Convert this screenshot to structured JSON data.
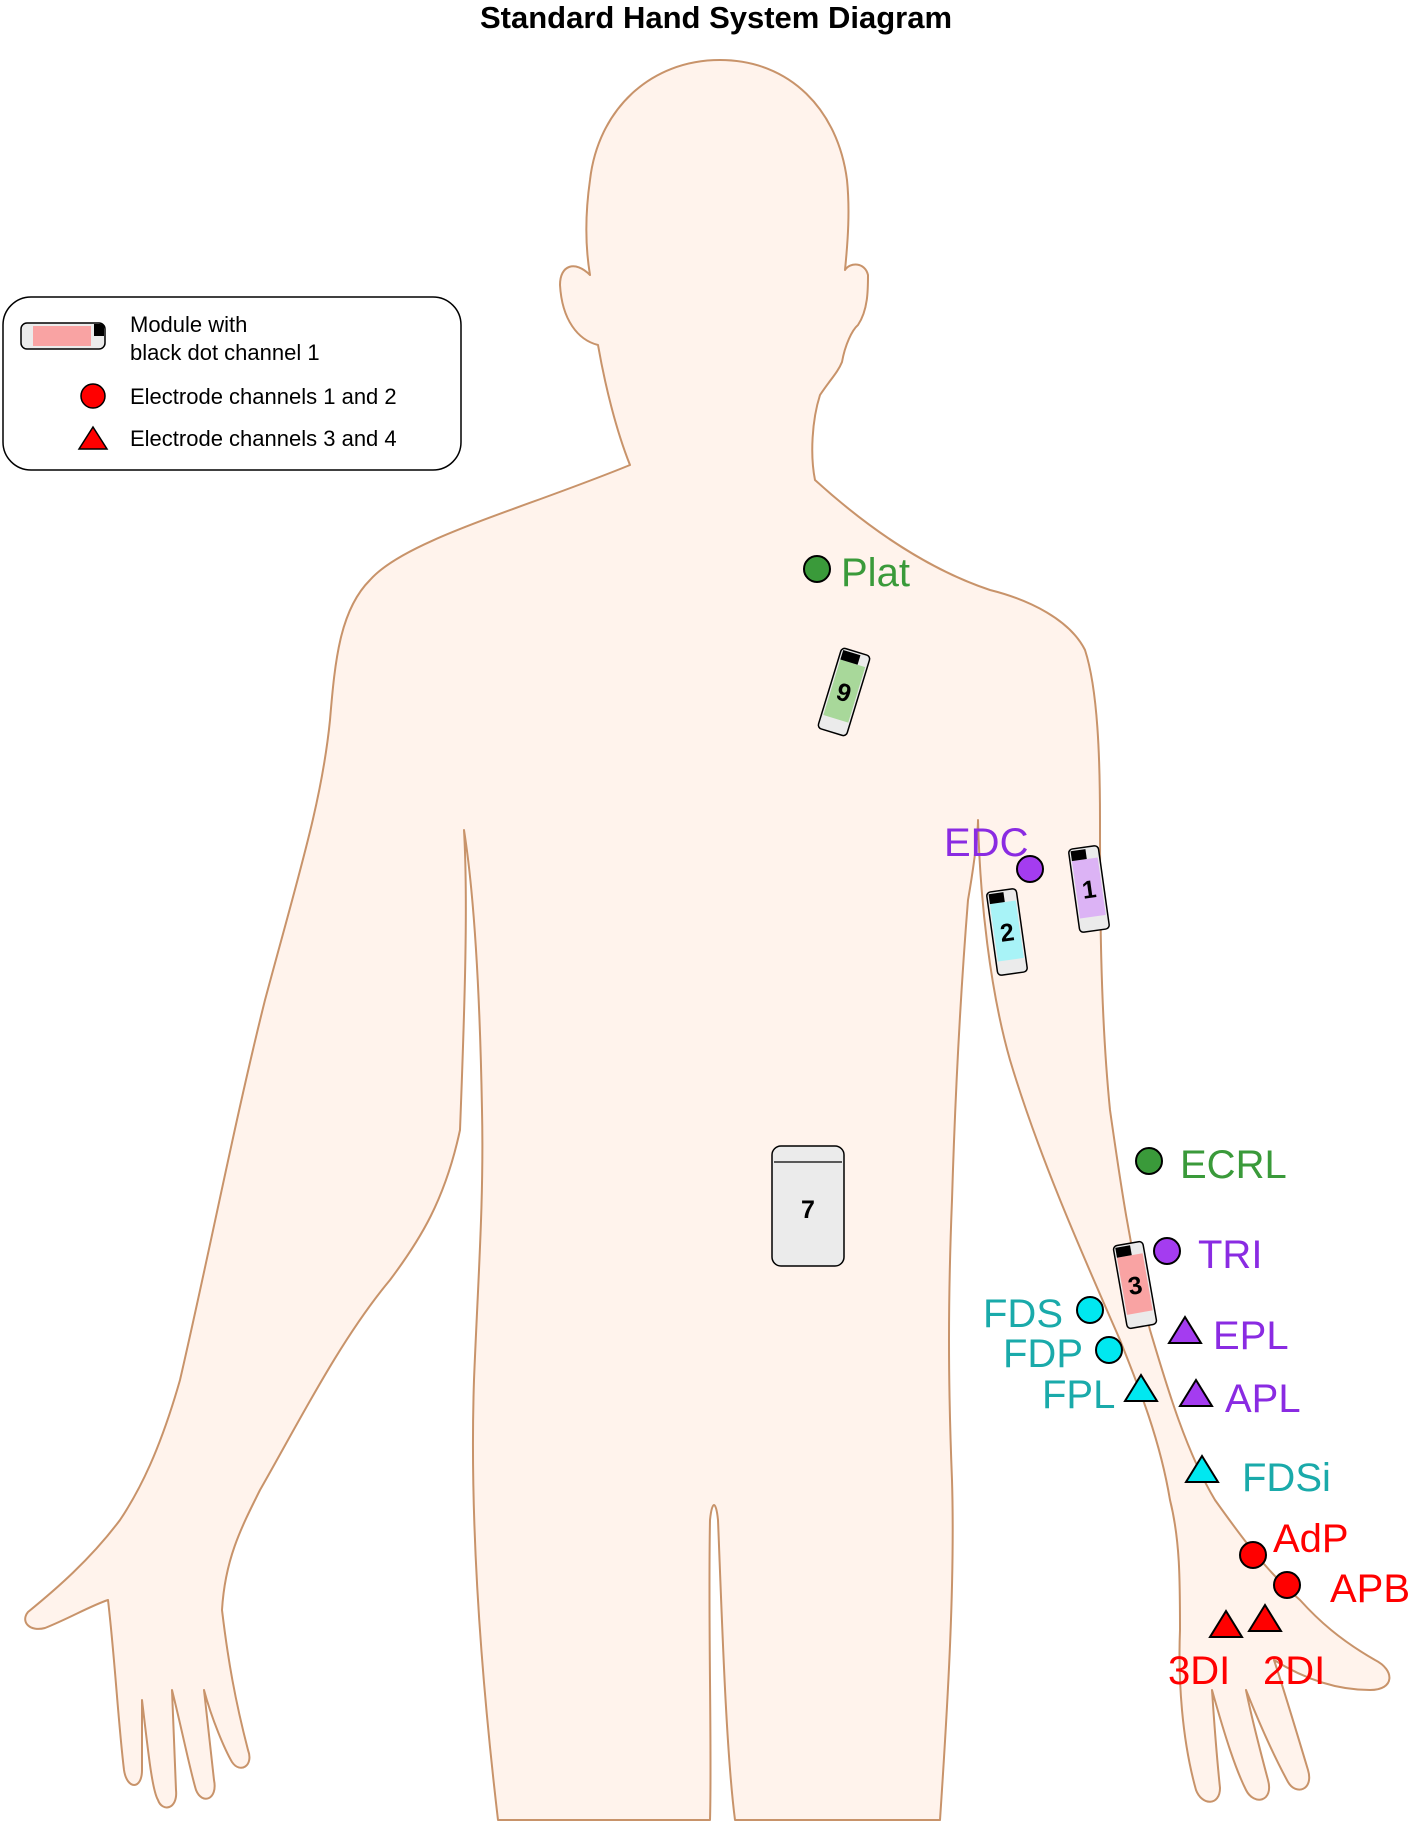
{
  "title": "Standard Hand System Diagram",
  "legend": {
    "module_line1": "Module with",
    "module_line2": "black dot channel 1",
    "circle": "Electrode channels 1 and 2",
    "triangle": "Electrode channels 3 and 4"
  },
  "colors": {
    "skin_fill": "#fff3ec",
    "skin_stroke": "#c8936a",
    "red": "#ff0000",
    "green": "#3a9a3a",
    "purple": "#a43cf0",
    "purple_text": "#8a2be2",
    "cyan": "#00e8f0",
    "teal_text": "#1aaaaa",
    "module_red": "#f9a3a3",
    "module_green": "#a8d89a",
    "module_purple": "#dcb3f5",
    "module_cyan": "#a8f3f7",
    "module_gray": "#ebebeb"
  },
  "modules": [
    {
      "id": "module-9",
      "label": "9",
      "color": "green"
    },
    {
      "id": "module-1",
      "label": "1",
      "color": "purple"
    },
    {
      "id": "module-2",
      "label": "2",
      "color": "cyan"
    },
    {
      "id": "module-3",
      "label": "3",
      "color": "red"
    },
    {
      "id": "module-7",
      "label": "7",
      "color": "gray"
    }
  ],
  "electrodes": [
    {
      "id": "plat",
      "label": "Plat",
      "shape": "circle",
      "color": "green"
    },
    {
      "id": "edc",
      "label": "EDC",
      "shape": "circle",
      "color": "purple"
    },
    {
      "id": "ecrl",
      "label": "ECRL",
      "shape": "circle",
      "color": "green"
    },
    {
      "id": "tri",
      "label": "TRI",
      "shape": "circle",
      "color": "purple"
    },
    {
      "id": "fds",
      "label": "FDS",
      "shape": "circle",
      "color": "cyan"
    },
    {
      "id": "fdp",
      "label": "FDP",
      "shape": "circle",
      "color": "cyan"
    },
    {
      "id": "epl",
      "label": "EPL",
      "shape": "triangle",
      "color": "purple"
    },
    {
      "id": "fpl",
      "label": "FPL",
      "shape": "triangle",
      "color": "cyan"
    },
    {
      "id": "apl",
      "label": "APL",
      "shape": "triangle",
      "color": "purple"
    },
    {
      "id": "fdsi",
      "label": "FDSi",
      "shape": "triangle",
      "color": "cyan"
    },
    {
      "id": "adp",
      "label": "AdP",
      "shape": "circle",
      "color": "red"
    },
    {
      "id": "apb",
      "label": "APB",
      "shape": "circle",
      "color": "red"
    },
    {
      "id": "3di",
      "label": "3DI",
      "shape": "triangle",
      "color": "red"
    },
    {
      "id": "2di",
      "label": "2DI",
      "shape": "triangle",
      "color": "red"
    }
  ]
}
